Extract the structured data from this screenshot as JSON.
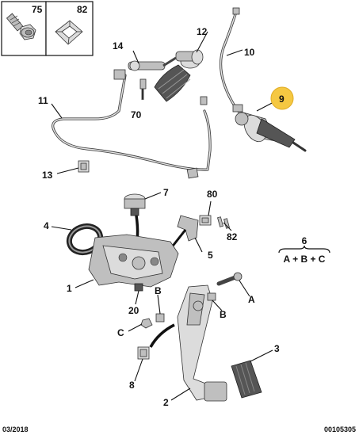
{
  "inset_boxes": [
    {
      "label": "75",
      "icon": "bolt-icon"
    },
    {
      "label": "82",
      "icon": "clip-nut-icon"
    }
  ],
  "parts": {
    "p1": "1",
    "p2": "2",
    "p3": "3",
    "p4": "4",
    "p5": "5",
    "p7": "7",
    "p8": "8",
    "p9": "9",
    "p10": "10",
    "p11": "11",
    "p12": "12",
    "p13": "13",
    "p14": "14",
    "p20": "20",
    "p70": "70",
    "p80": "80",
    "p82": "82",
    "pA": "A",
    "pB1": "B",
    "pB2": "B",
    "pC": "C"
  },
  "kit": {
    "number": "6",
    "formula": "A + B + C"
  },
  "highlight_color": "#f5c842",
  "footer": {
    "date": "03/2018",
    "reference": "00105305"
  }
}
